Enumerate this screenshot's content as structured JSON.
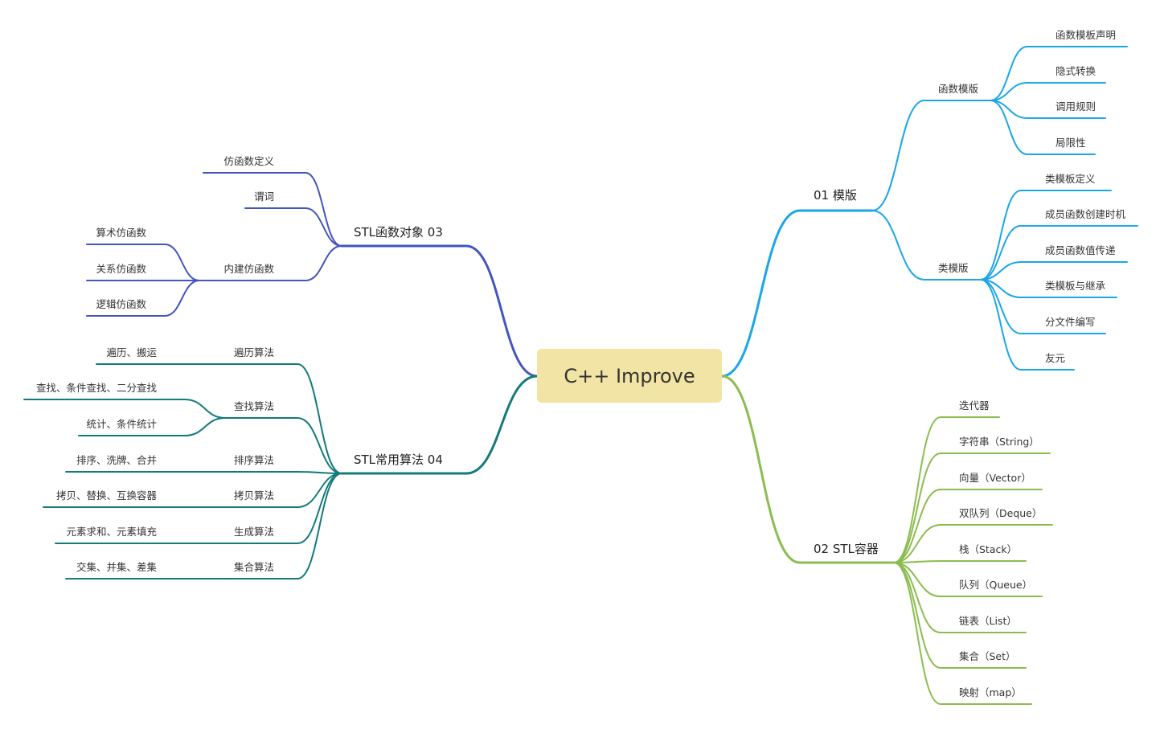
{
  "root": {
    "label": "C++ Improve",
    "color": "#f1e4a4"
  },
  "colors": {
    "blue": "#1aa7e8",
    "green": "#8bbd4e",
    "indigo": "#4355c0",
    "teal": "#147a7a"
  },
  "branches": {
    "templates": {
      "label": "01 模版",
      "func_template": {
        "label": "函数模版",
        "children": [
          "函数模板声明",
          "隐式转换",
          "调用规则",
          "局限性"
        ]
      },
      "class_template": {
        "label": "类模版",
        "children": [
          "类模板定义",
          "成员函数创建时机",
          "成员函数值传递",
          "类模板与继承",
          "分文件编写",
          "友元"
        ]
      }
    },
    "containers": {
      "label": "02 STL容器",
      "children": [
        "迭代器",
        "字符串（String）",
        "向量（Vector）",
        "双队列（Deque）",
        "栈（Stack）",
        "队列（Queue）",
        "链表（List）",
        "集合（Set）",
        "映射（map）"
      ]
    },
    "functors": {
      "label": "STL函数对象 03",
      "definition": "仿函数定义",
      "predicate": "谓词",
      "builtin": {
        "label": "内建仿函数",
        "children": [
          "算术仿函数",
          "关系仿函数",
          "逻辑仿函数"
        ]
      }
    },
    "algorithms": {
      "label": "STL常用算法 04",
      "children": [
        {
          "label": "遍历算法",
          "detail": "遍历、搬运"
        },
        {
          "label": "查找算法",
          "details": [
            "查找、条件查找、二分查找",
            "统计、条件统计"
          ]
        },
        {
          "label": "排序算法",
          "detail": "排序、洗牌、合并"
        },
        {
          "label": "拷贝算法",
          "detail": "拷贝、替换、互换容器"
        },
        {
          "label": "生成算法",
          "detail": "元素求和、元素填充"
        },
        {
          "label": "集合算法",
          "detail": "交集、并集、差集"
        }
      ]
    }
  }
}
